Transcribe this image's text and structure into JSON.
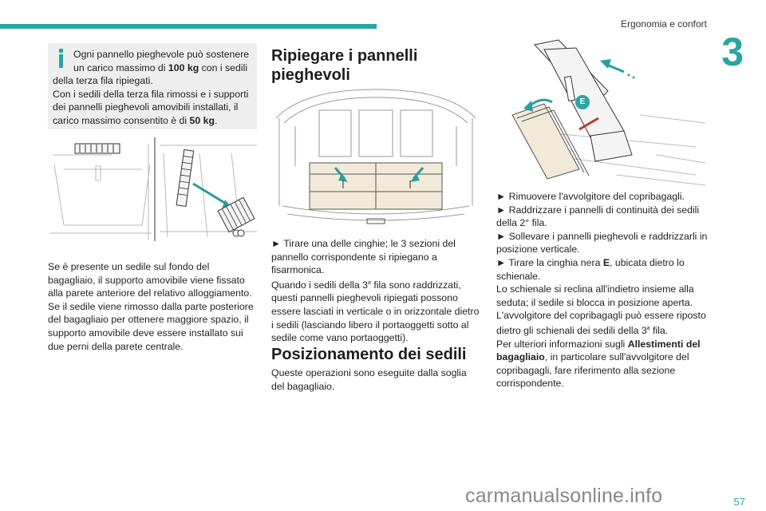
{
  "header": {
    "section_title": "Ergonomia e confort",
    "chapter_number": "3"
  },
  "left": {
    "info_text_a": "Ogni pannello pieghevole può sostenere",
    "info_text_b": "un carico massimo di ",
    "info_bold_1": "100 kg",
    "info_text_c": " con i sedili",
    "info_text_d": "della terza fila ripiegati.",
    "info_text_e": "Con i sedili della terza fila rimossi e i supporti dei pannelli pieghevoli amovibili installati, il carico massimo consentito è di ",
    "info_bold_2": "50 kg",
    "info_text_f": ".",
    "para1": "Se è presente un sedile sul fondo del bagagliaio, il supporto amovibile viene fissato alla parete anteriore del relativo alloggiamento.",
    "para2": "Se il sedile viene rimosso dalla parte posteriore del bagagliaio per ottenere maggiore spazio, il supporto amovibile deve essere installato sui due perni della parete centrale."
  },
  "middle": {
    "heading1_line1": "Ripiegare i pannelli",
    "heading1_line2": "pieghevoli",
    "step1": "► Tirare una delle cinghie; le 3 sezioni del pannello corrispondente si ripiegano a fisarmonica.",
    "para_a": "Quando i sedili della 3",
    "para_a_sup": "a",
    "para_b": " fila sono raddrizzati, questi pannelli pieghevoli ripiegati possono essere lasciati in verticale o in orizzontale dietro i sedili (lasciando libero il portaoggetti sotto al sedile come vano portaoggetti).",
    "heading2": "Posizionamento dei sedili",
    "para_c": "Queste operazioni sono eseguite dalla soglia del bagagliaio."
  },
  "right": {
    "badge_letter": "E",
    "step1": "► Rimuovere l'avvolgitore del copribagagli.",
    "step2": "► Raddrizzare i pannelli di continuità dei sedili della 2° fila.",
    "step3": "► Sollevare i pannelli pieghevoli e raddrizzarli in posizione verticale.",
    "step4_a": "► Tirare la cinghia nera ",
    "step4_bold": "E",
    "step4_b": ", ubicata dietro lo schienale.",
    "para_a": "Lo schienale si reclina all'indietro insieme alla seduta; il sedile si blocca in posizione aperta.",
    "para_b1": "L'avvolgitore del copribagagli può essere riposto dietro gli schienali dei sedili della 3",
    "para_b_sup": "a",
    "para_b2": " fila.",
    "para_c1": "Per ulteriori informazioni sugli ",
    "para_c_bold": "Allestimenti del bagagliaio",
    "para_c2": ", in particolare sull'avvolgitore del copribagagli, fare riferimento alla sezione corrispondente."
  },
  "footer": {
    "page_fragment": "57",
    "watermark": "carmanualsonline.info"
  },
  "colors": {
    "accent": "#2aa3a3",
    "info_bg": "#eeeeee",
    "arrow_teal": "#2a9d9d",
    "strap_red": "#c0392b"
  }
}
